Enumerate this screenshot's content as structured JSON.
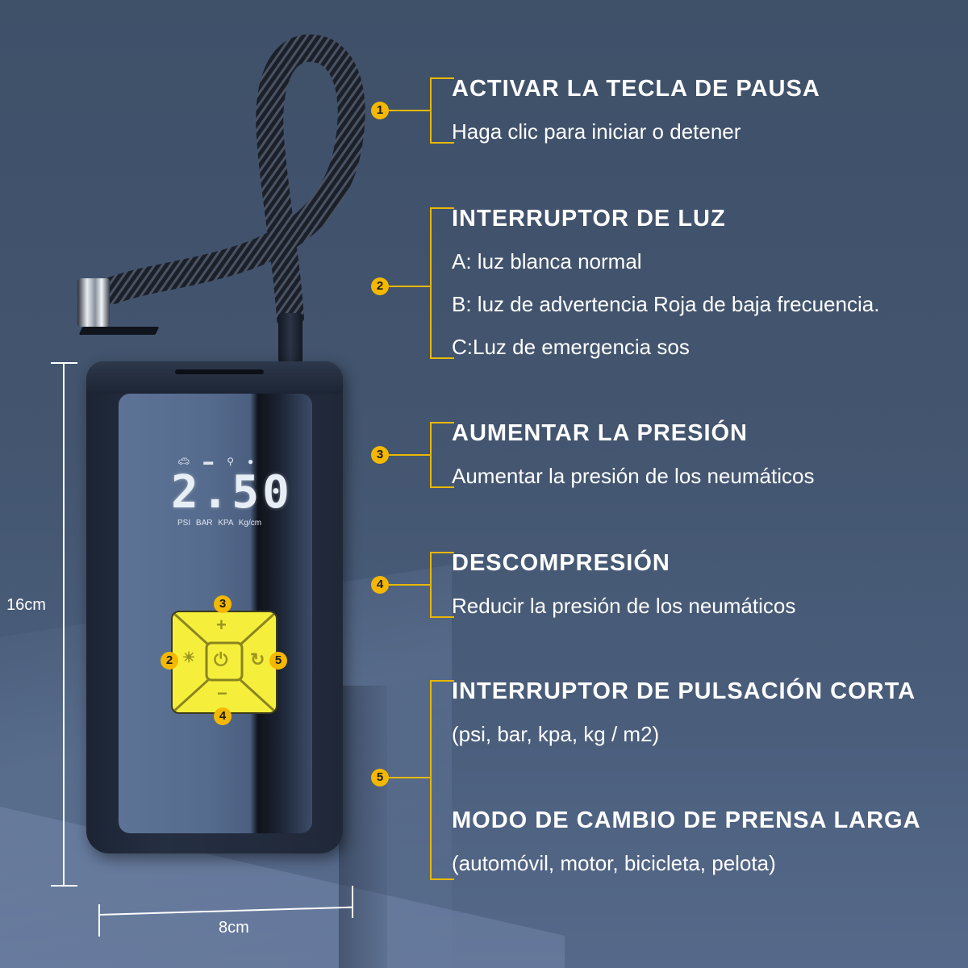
{
  "product": {
    "display": {
      "mode_icons": [
        "car-icon",
        "motorcycle-icon",
        "bicycle-icon",
        "ball-icon"
      ],
      "value": "2.50",
      "units": "PSI BAR KPA Kg/cm"
    },
    "keypad": {
      "plus": "+",
      "minus": "−",
      "light": "☀",
      "power": "⏻",
      "cycle": "↻"
    },
    "keypad_badges": [
      "3",
      "2",
      "5",
      "4"
    ],
    "dimensions": {
      "height": "16cm",
      "width": "8cm"
    }
  },
  "callouts": [
    {
      "number": "1",
      "title": "ACTIVAR LA TECLA DE PAUSA",
      "lines": [
        "Haga clic para iniciar o detener"
      ]
    },
    {
      "number": "2",
      "title": "INTERRUPTOR DE LUZ",
      "lines": [
        "A: luz blanca normal",
        "B: luz de advertencia Roja de baja frecuencia.",
        "C:Luz de emergencia sos"
      ]
    },
    {
      "number": "3",
      "title": "AUMENTAR LA PRESIÓN",
      "lines": [
        "Aumentar la presión de los neumáticos"
      ]
    },
    {
      "number": "4",
      "title": "DESCOMPRESIÓN",
      "lines": [
        "Reducir la presión de los neumáticos"
      ]
    },
    {
      "number": "5",
      "title": "INTERRUPTOR DE PULSACIÓN CORTA",
      "lines": [
        "(psi, bar, kpa, kg / m2)"
      ],
      "title2": "MODO DE CAMBIO DE PRENSA LARGA",
      "lines2": [
        "(automóvil, motor, bicicleta, pelota)"
      ]
    }
  ],
  "colors": {
    "background": "#415169",
    "accent_yellow": "#f5b800",
    "keypad_yellow": "#f5ef3c",
    "text": "#ffffff"
  }
}
